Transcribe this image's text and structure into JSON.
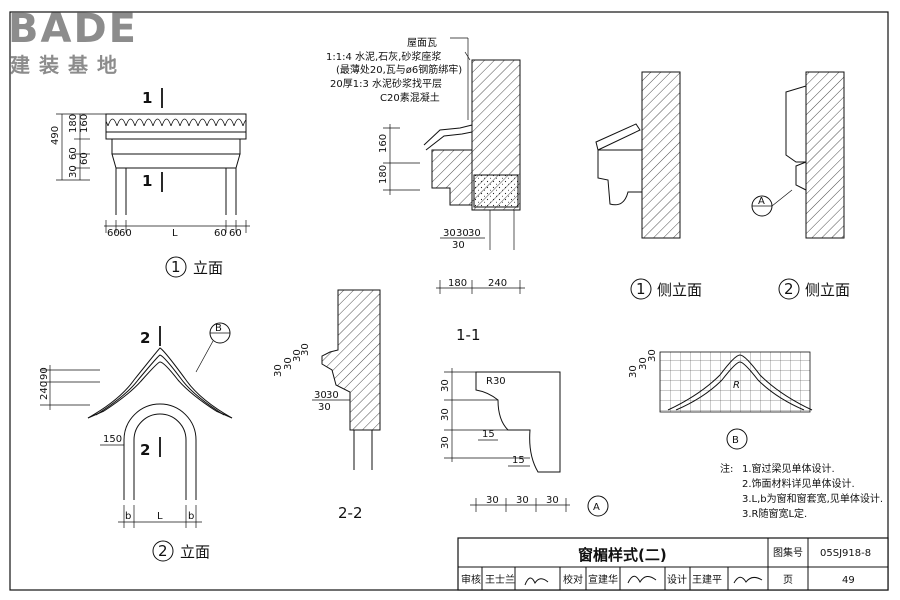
{
  "logo": {
    "brand": "BADE",
    "subtitle": "建装基地"
  },
  "section_markers": {
    "one": "1",
    "two": "2"
  },
  "view1": {
    "caption_num": "1",
    "caption": "立面",
    "dims_vert": [
      "490",
      "180",
      "160",
      "30",
      "60",
      "60"
    ],
    "dims_horiz": [
      "60",
      "60",
      "L",
      "60",
      "60"
    ]
  },
  "view2": {
    "caption_num": "2",
    "caption": "立面",
    "dims_vert": [
      "240",
      "90"
    ],
    "dim_150": "150",
    "dims_horiz": [
      "b",
      "L",
      "b"
    ],
    "callout": "B"
  },
  "section11": {
    "title": "1-1",
    "layers": [
      "屋面瓦",
      "1:1:4 水泥,石灰,砂浆座浆",
      "(最薄处20,瓦与ø6钢筋绑牢)",
      "20厚1:3 水泥砂浆找平层",
      "C20素混凝土"
    ],
    "dims_vert": [
      "160",
      "180"
    ],
    "dims_small": [
      "30",
      "30",
      "30",
      "30"
    ],
    "dims_horiz": [
      "180",
      "240"
    ]
  },
  "section22": {
    "title": "2-2",
    "dims": [
      "30",
      "30",
      "30",
      "30",
      "30",
      "30",
      "30"
    ]
  },
  "side1": {
    "caption_num": "1",
    "caption": "侧立面"
  },
  "side2": {
    "caption_num": "2",
    "caption": "侧立面",
    "callout": "A"
  },
  "detailA": {
    "label": "A",
    "radius": "R30",
    "dims_vert": [
      "30",
      "30",
      "30"
    ],
    "dims_small": [
      "15",
      "15"
    ],
    "dims_horiz": [
      "30",
      "30",
      "30"
    ]
  },
  "detailB": {
    "label": "B",
    "dims": [
      "30",
      "30",
      "30"
    ],
    "radius": "R"
  },
  "notes": {
    "title": "注:",
    "items": [
      "1.窗过梁见单体设计.",
      "2.饰面材料详见单体设计.",
      "3.L,b为窗和窗套宽,见单体设计.",
      "3.R随窗宽L定."
    ]
  },
  "title_block": {
    "title": "窗楣样式(二)",
    "atlas_label": "图集号",
    "atlas_no": "05SJ918-8",
    "review_label": "审核",
    "reviewer": "王士兰",
    "check_label": "校对",
    "checker": "宣建华",
    "design_label": "设计",
    "designer": "王建平",
    "page_label": "页",
    "page_no": "49"
  }
}
